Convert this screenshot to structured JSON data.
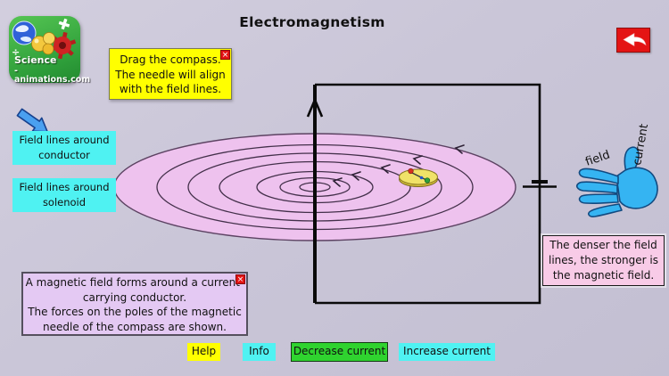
{
  "header": {
    "title": "Electromagnetism",
    "logo_line1": "Science",
    "logo_line2": "-animations.com"
  },
  "instruction_box": {
    "line1": "Drag the compass.",
    "line2": "The needle will align",
    "line3": "with the field lines.",
    "close": "×"
  },
  "nav_labels": {
    "conductor_line1": "Field lines around",
    "conductor_line2": "conductor",
    "solenoid_line1": "Field lines around",
    "solenoid_line2": "solenoid"
  },
  "hand": {
    "field_label": "field",
    "current_label": "current"
  },
  "density_note": {
    "line1": "The denser the field",
    "line2": "lines, the stronger is",
    "line3": "the magnetic field."
  },
  "explanation_note": {
    "line1": "A magnetic field forms around a current-",
    "line2": "carrying conductor.",
    "line3": "The forces on the poles of the magnetic",
    "line4": "needle of the compass are shown.",
    "close": "×"
  },
  "controls": {
    "help": "Help",
    "info": "Info",
    "decrease": "Decrease current",
    "increase": "Increase current"
  },
  "colors": {
    "background": "#c9c5d6",
    "disc_fill": "#eec2ee",
    "field_line": "#43304a",
    "accent_yellow": "#ffff00",
    "accent_cyan": "#4ff2f2",
    "accent_green": "#2fd32f",
    "accent_red": "#e41414",
    "hand_blue": "#35b4f2",
    "note_lavender": "#e4c9f3",
    "note_pink": "#f8cbe7",
    "compass_yellow": "#f0e268"
  }
}
